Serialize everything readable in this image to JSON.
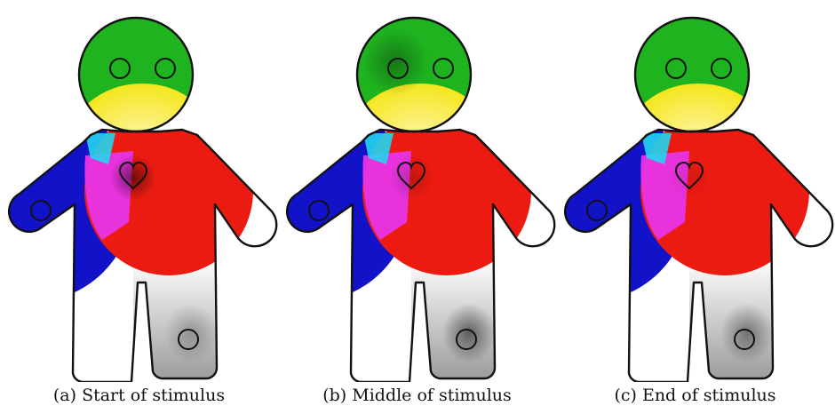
{
  "panels": [
    {
      "id": "a",
      "caption": "(a)  Start of stimulus",
      "heart_glow": 0.95,
      "leg_glow": 0.45,
      "head_glow": 0.0
    },
    {
      "id": "b",
      "caption": "(b)  Middle of stimulus",
      "heart_glow": 0.35,
      "leg_glow": 0.95,
      "head_glow": 0.55
    },
    {
      "id": "c",
      "caption": "(c)  End of stimulus",
      "heart_glow": 0.15,
      "leg_glow": 0.75,
      "head_glow": 0.0
    }
  ],
  "colors": {
    "head": "#1fb41f",
    "torso": "#ec1b12",
    "arm_left": "#1212c8",
    "arm_right": "#ffffff",
    "overlap_yellow": "#f5e61e",
    "overlap_magenta": "#e834e8",
    "overlap_cyan": "#22d6f0",
    "leg_grey": "#9a9a9a",
    "outline": "#111111"
  }
}
